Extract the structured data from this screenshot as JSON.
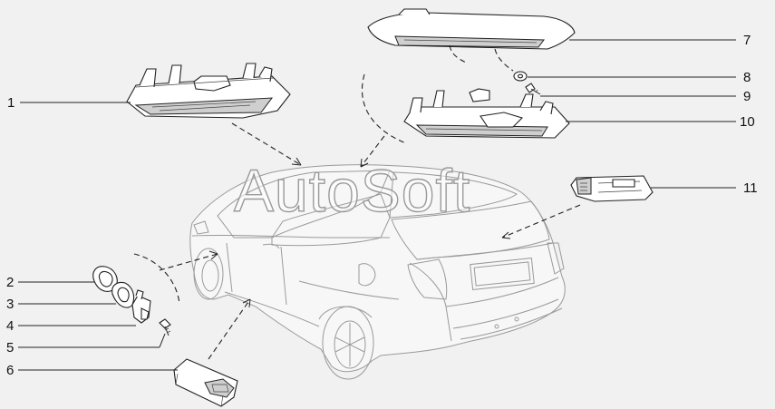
{
  "watermark": "AutoSoft",
  "callouts": [
    {
      "id": "1",
      "label": "1"
    },
    {
      "id": "2",
      "label": "2"
    },
    {
      "id": "3",
      "label": "3"
    },
    {
      "id": "4",
      "label": "4"
    },
    {
      "id": "5",
      "label": "5"
    },
    {
      "id": "6",
      "label": "6"
    },
    {
      "id": "7",
      "label": "7"
    },
    {
      "id": "8",
      "label": "8"
    },
    {
      "id": "9",
      "label": "9"
    },
    {
      "id": "10",
      "label": "10"
    },
    {
      "id": "11",
      "label": "11"
    }
  ],
  "colors": {
    "background": "#f1f1f1",
    "ink": "#222222",
    "car_outline": "#9a9a9a"
  }
}
